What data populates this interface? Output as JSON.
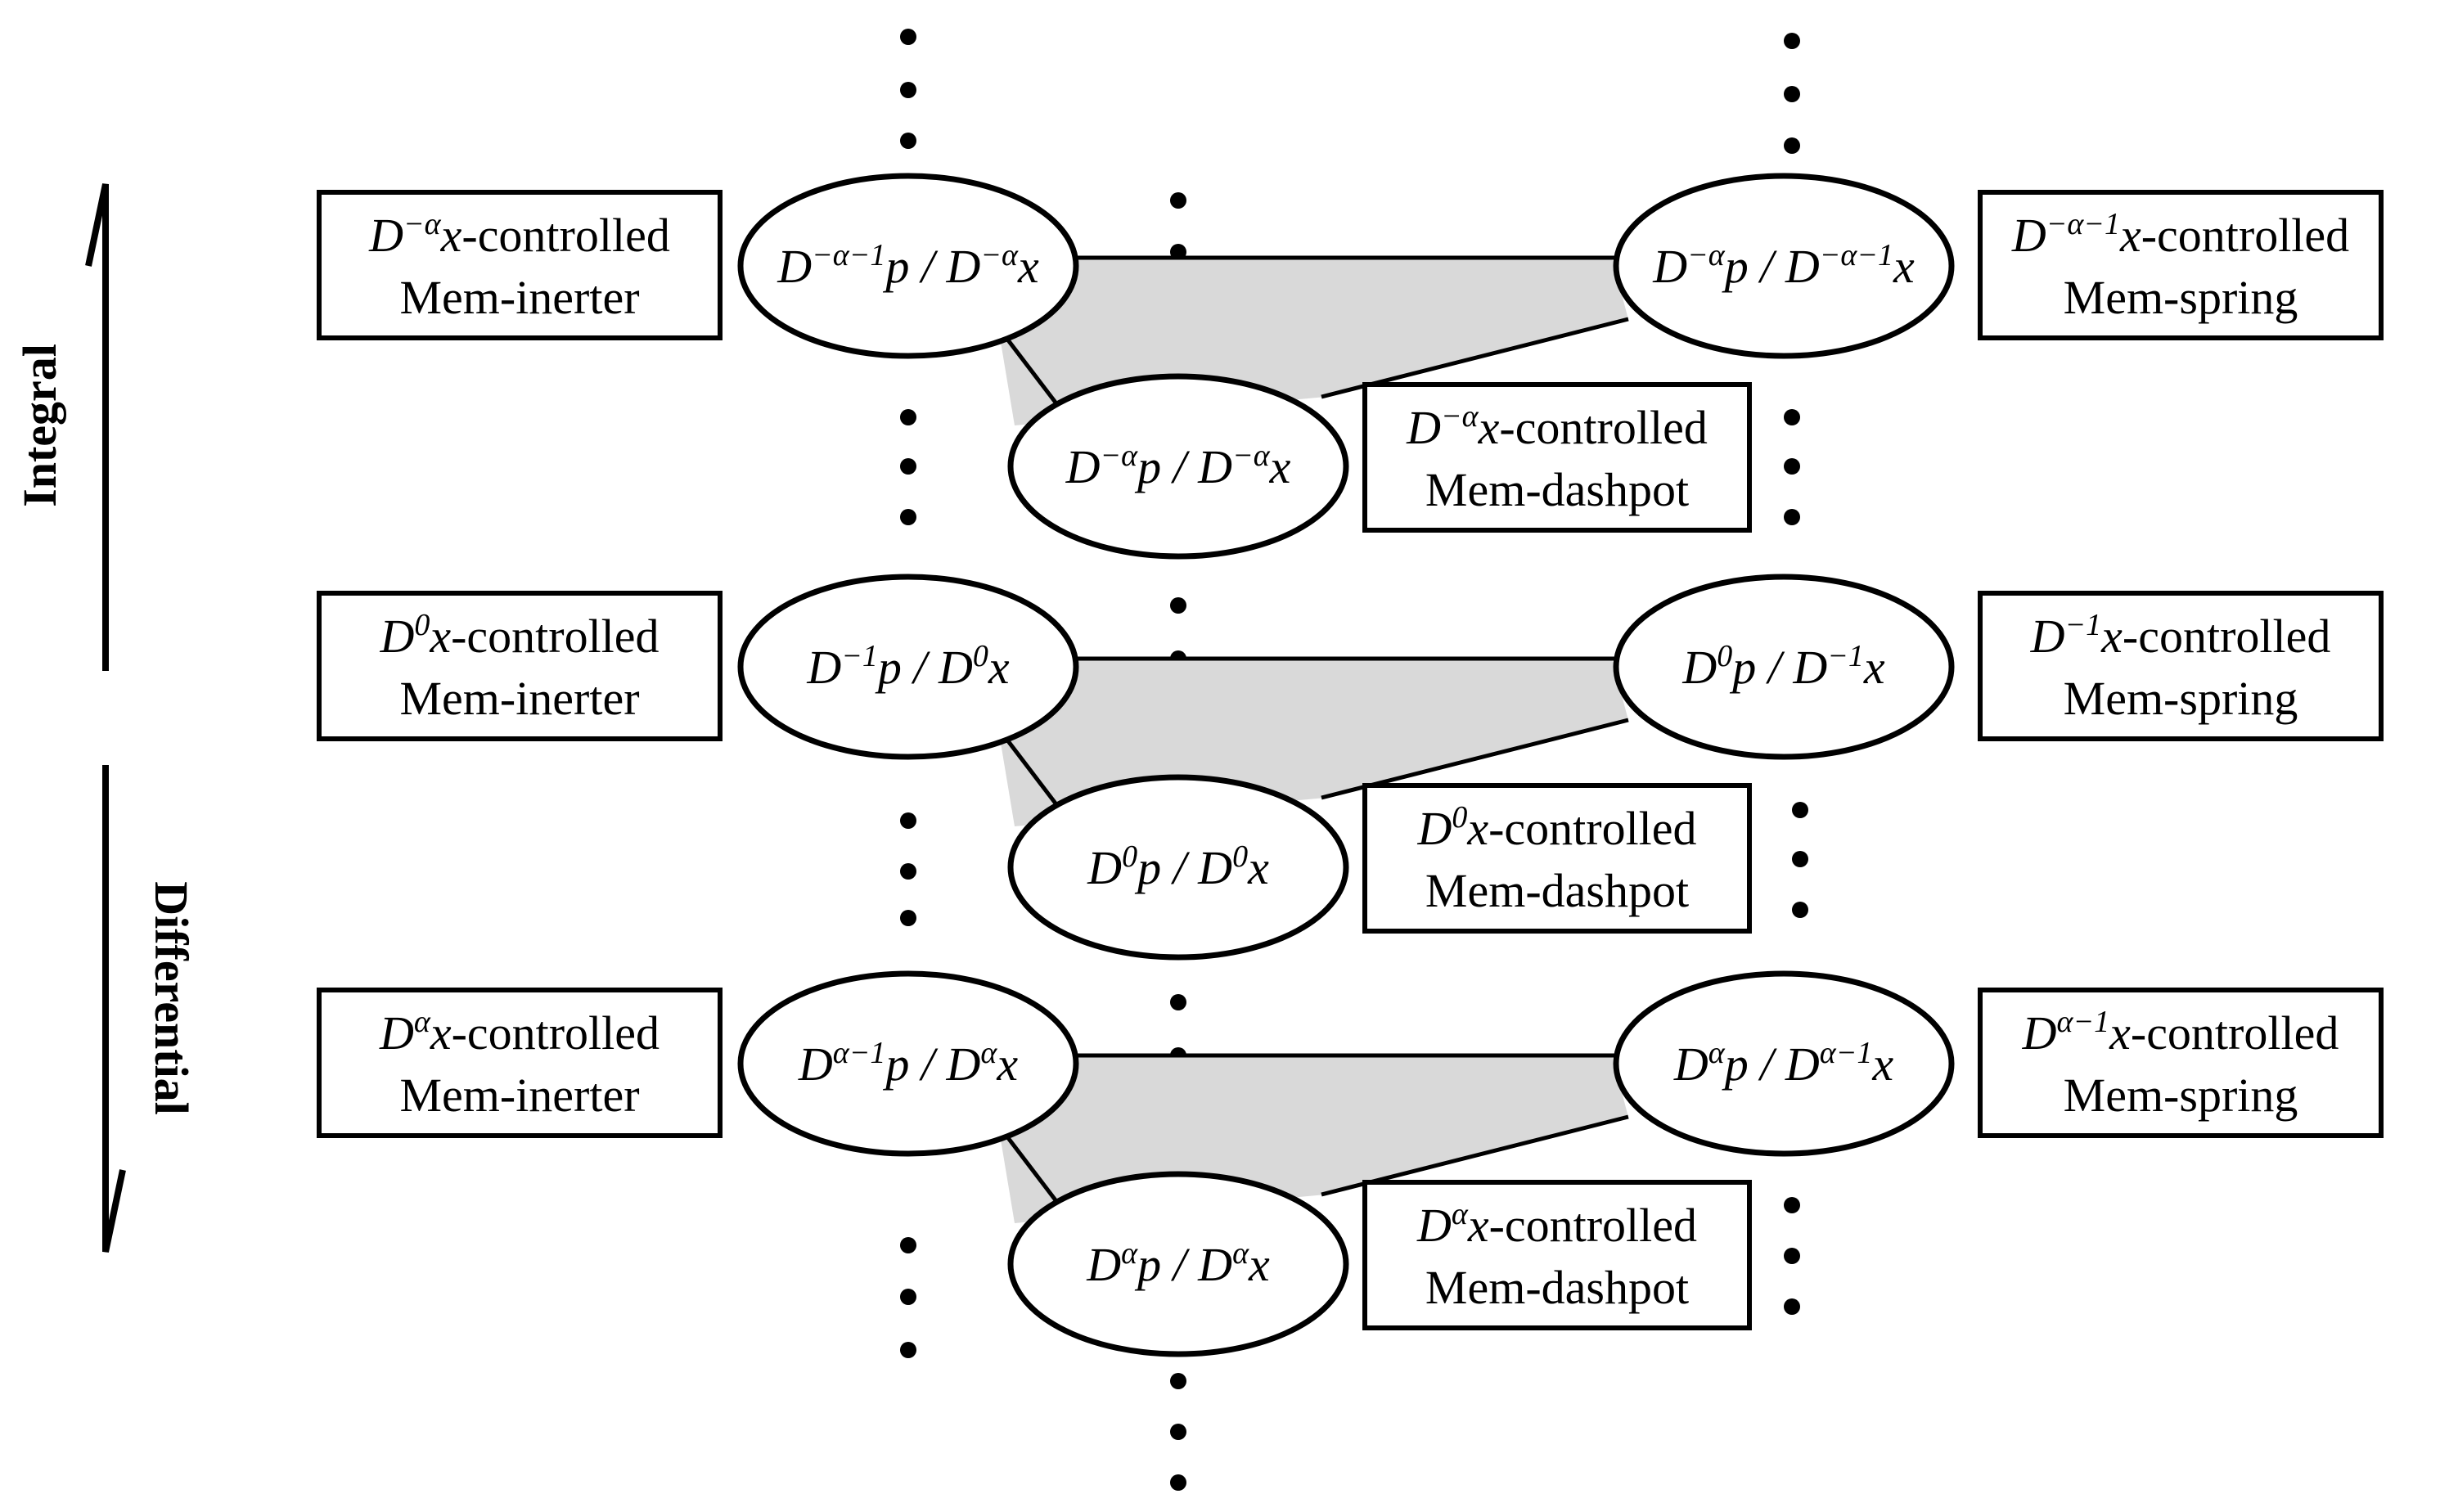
{
  "sides": {
    "integral": "Integral",
    "differential": "Differential"
  },
  "levels": [
    {
      "id": "neg-alpha",
      "ellipses": {
        "left": [
          {
            "t": "D"
          },
          {
            "t": "−α−1",
            "sup": true
          },
          {
            "t": "p / D"
          },
          {
            "t": "−α",
            "sup": true
          },
          {
            "t": "x"
          }
        ],
        "right": [
          {
            "t": "D"
          },
          {
            "t": "−α",
            "sup": true
          },
          {
            "t": "p / D"
          },
          {
            "t": "−α−1",
            "sup": true
          },
          {
            "t": "x"
          }
        ],
        "bottom": [
          {
            "t": "D"
          },
          {
            "t": "−α",
            "sup": true
          },
          {
            "t": "p / D"
          },
          {
            "t": "−α",
            "sup": true
          },
          {
            "t": "x"
          }
        ]
      },
      "boxes": {
        "inerter": {
          "line1": [
            {
              "t": "D",
              "it": true
            },
            {
              "t": "−α",
              "sup": true
            },
            {
              "t": "x",
              "it": true
            },
            {
              "t": "-controlled"
            }
          ],
          "line2": "Mem-inerter"
        },
        "spring": {
          "line1": [
            {
              "t": "D",
              "it": true
            },
            {
              "t": "−α−1",
              "sup": true
            },
            {
              "t": "x",
              "it": true
            },
            {
              "t": "-controlled"
            }
          ],
          "line2": "Mem-spring"
        },
        "dashpot": {
          "line1": [
            {
              "t": "D",
              "it": true
            },
            {
              "t": "−α",
              "sup": true
            },
            {
              "t": "x",
              "it": true
            },
            {
              "t": "-controlled"
            }
          ],
          "line2": "Mem-dashpot"
        }
      }
    },
    {
      "id": "zero",
      "ellipses": {
        "left": [
          {
            "t": "D"
          },
          {
            "t": "−1",
            "sup": true
          },
          {
            "t": "p / D"
          },
          {
            "t": "0",
            "sup": true
          },
          {
            "t": "x"
          }
        ],
        "right": [
          {
            "t": "D"
          },
          {
            "t": "0",
            "sup": true
          },
          {
            "t": "p / D"
          },
          {
            "t": "−1",
            "sup": true
          },
          {
            "t": "x"
          }
        ],
        "bottom": [
          {
            "t": "D"
          },
          {
            "t": "0",
            "sup": true
          },
          {
            "t": "p / D"
          },
          {
            "t": "0",
            "sup": true
          },
          {
            "t": "x"
          }
        ]
      },
      "boxes": {
        "inerter": {
          "line1": [
            {
              "t": "D",
              "it": true
            },
            {
              "t": "0",
              "sup": true
            },
            {
              "t": "x",
              "it": true
            },
            {
              "t": "-controlled"
            }
          ],
          "line2": "Mem-inerter"
        },
        "spring": {
          "line1": [
            {
              "t": "D",
              "it": true
            },
            {
              "t": "−1",
              "sup": true
            },
            {
              "t": "x",
              "it": true
            },
            {
              "t": "-controlled"
            }
          ],
          "line2": "Mem-spring"
        },
        "dashpot": {
          "line1": [
            {
              "t": "D",
              "it": true
            },
            {
              "t": "0",
              "sup": true
            },
            {
              "t": "x",
              "it": true
            },
            {
              "t": "-controlled"
            }
          ],
          "line2": "Mem-dashpot"
        }
      }
    },
    {
      "id": "pos-alpha",
      "ellipses": {
        "left": [
          {
            "t": "D"
          },
          {
            "t": "α−1",
            "sup": true
          },
          {
            "t": "p / D"
          },
          {
            "t": "α",
            "sup": true
          },
          {
            "t": "x"
          }
        ],
        "right": [
          {
            "t": "D"
          },
          {
            "t": "α",
            "sup": true
          },
          {
            "t": "p / D"
          },
          {
            "t": "α−1",
            "sup": true
          },
          {
            "t": "x"
          }
        ],
        "bottom": [
          {
            "t": "D"
          },
          {
            "t": "α",
            "sup": true
          },
          {
            "t": "p / D"
          },
          {
            "t": "α",
            "sup": true
          },
          {
            "t": "x"
          }
        ]
      },
      "boxes": {
        "inerter": {
          "line1": [
            {
              "t": "D",
              "it": true
            },
            {
              "t": "α",
              "sup": true
            },
            {
              "t": "x",
              "it": true
            },
            {
              "t": "-controlled"
            }
          ],
          "line2": "Mem-inerter"
        },
        "spring": {
          "line1": [
            {
              "t": "D",
              "it": true
            },
            {
              "t": "α−1",
              "sup": true
            },
            {
              "t": "x",
              "it": true
            },
            {
              "t": "-controlled"
            }
          ],
          "line2": "Mem-spring"
        },
        "dashpot": {
          "line1": [
            {
              "t": "D",
              "it": true
            },
            {
              "t": "α",
              "sup": true
            },
            {
              "t": "x",
              "it": true
            },
            {
              "t": "-controlled"
            }
          ],
          "line2": "Mem-dashpot"
        }
      }
    }
  ],
  "colors": {
    "stroke": "#000000",
    "fill_triangle": "#d9d9d9",
    "fill_shape": "#ffffff"
  }
}
